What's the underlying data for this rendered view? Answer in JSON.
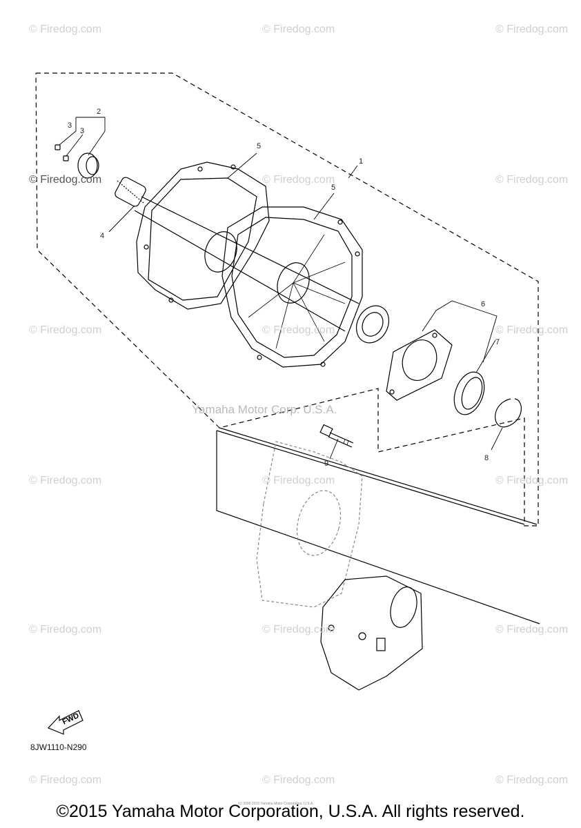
{
  "watermarks": {
    "text": "© Firedog.com",
    "center_text": "Yamaha Motor Corp. U.S.A."
  },
  "callouts": {
    "c1": "1",
    "c2": "2",
    "c3a": "3",
    "c3b": "3",
    "c4": "4",
    "c5a": "5",
    "c5b": "5",
    "c6": "6",
    "c7": "7",
    "c8": "8",
    "c9": "9"
  },
  "fwd_label": "FWD",
  "diagram_code": "8JW1110-N290",
  "tiny_note": "(c) 2000-2015 Yamaha Motor Corporation, U.S.A.",
  "copyright": "©2015 Yamaha Motor Corporation, U.S.A. All rights reserved."
}
